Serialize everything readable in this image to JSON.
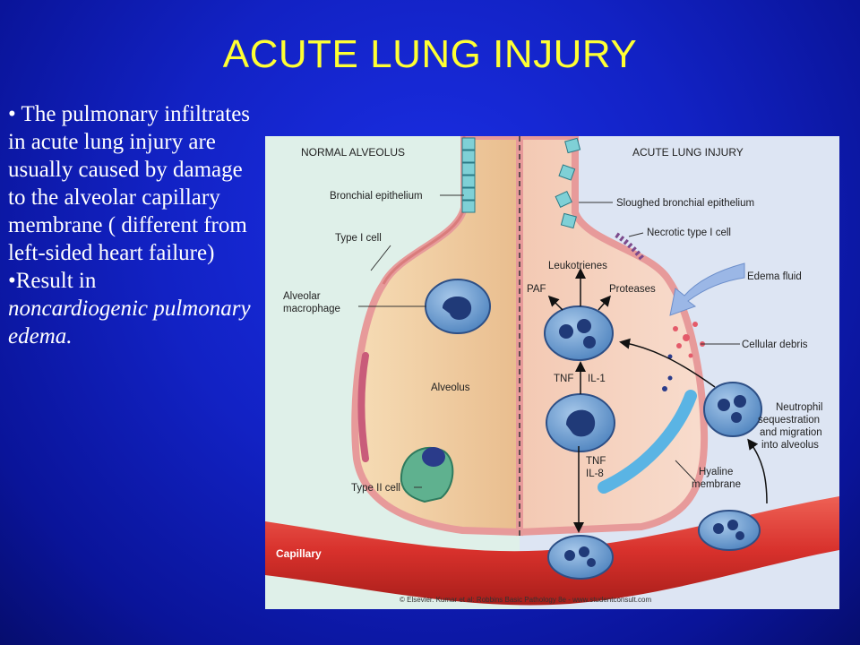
{
  "slide": {
    "title": "ACUTE LUNG INJURY",
    "bullet1": "• The pulmonary infiltrates in acute lung injury are usually caused by damage to the alveolar capillary membrane ( different from left-sided heart failure)",
    "bullet2_lead": "•Result in",
    "bullet2_italic": "noncardiogenic pulmonary edema."
  },
  "figure": {
    "left_header": "NORMAL ALVEOLUS",
    "right_header": "ACUTE LUNG INJURY",
    "labels": {
      "bronchial_epithelium": "Bronchial epithelium",
      "type1_cell": "Type I cell",
      "alveolar_macrophage_1": "Alveolar",
      "alveolar_macrophage_2": "macrophage",
      "alveolus": "Alveolus",
      "type2_cell": "Type II cell",
      "sloughed": "Sloughed bronchial epithelium",
      "necrotic": "Necrotic type I cell",
      "leukotrienes": "Leukotrienes",
      "paf": "PAF",
      "proteases": "Proteases",
      "edema_fluid": "Edema fluid",
      "cellular_debris": "Cellular debris",
      "tnf1": "TNF",
      "il1": "IL-1",
      "tnf2": "TNF",
      "il8": "IL-8",
      "neutrophil_1": "Neutrophil",
      "neutrophil_2": "sequestration",
      "neutrophil_3": "and migration",
      "neutrophil_4": "into alveolus",
      "hyaline_1": "Hyaline",
      "hyaline_2": "membrane",
      "capillary": "Capillary"
    },
    "credit": "© Elsevier. Kumar et al: Robbins Basic Pathology 8e - www.studentconsult.com"
  },
  "colors": {
    "title": "#ffff33",
    "background": "#1222c4",
    "capillary": "#d8312c"
  }
}
